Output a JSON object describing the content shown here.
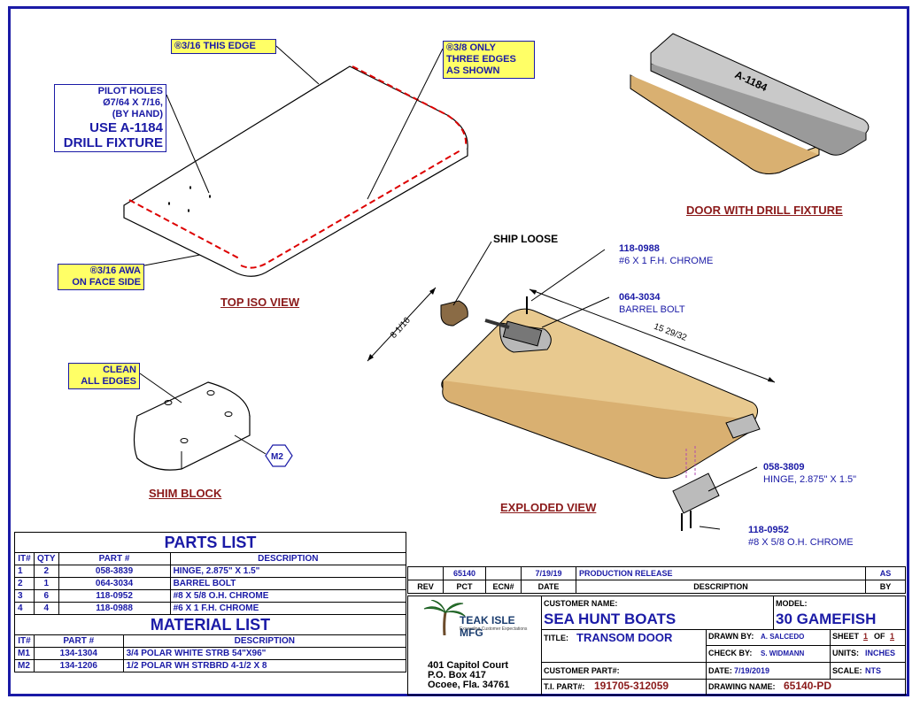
{
  "callouts": {
    "edge_3_16": "®3/16 THIS EDGE",
    "edge_3_8": [
      "®3/8 ONLY",
      "THREE EDGES",
      "AS SHOWN"
    ],
    "pilot": [
      "PILOT HOLES",
      "Ø7/64 X 7/16,",
      "(BY HAND)",
      "USE A-1184",
      "DRILL FIXTURE"
    ],
    "awa": [
      "®3/16 AWA",
      "ON FACE SIDE"
    ],
    "clean": [
      "CLEAN",
      "ALL EDGES"
    ],
    "m2_tag": "M2",
    "ship_loose": "SHIP LOOSE",
    "part_118_0988": [
      "118-0988",
      "#6 X 1 F.H. CHROME"
    ],
    "part_064_3034": [
      "064-3034",
      "BARREL BOLT"
    ],
    "part_058_3809": [
      "058-3809",
      "HINGE, 2.875\" X 1.5\""
    ],
    "part_118_0952": [
      "118-0952",
      "#8 X 5/8 O.H. CHROME"
    ],
    "dim_width": "8 1/16",
    "dim_length": "15 29/32",
    "fixture_label": "A-1184"
  },
  "views": {
    "top_iso": "TOP ISO VIEW",
    "door_fixture": "DOOR WITH DRILL FIXTURE",
    "shim": "SHIM BLOCK",
    "exploded": "EXPLODED VIEW"
  },
  "parts_list": {
    "title": "PARTS LIST",
    "headers": [
      "IT#",
      "QTY",
      "PART #",
      "DESCRIPTION"
    ],
    "rows": [
      {
        "it": "1",
        "qty": "2",
        "part": "058-3839",
        "desc": "HINGE, 2.875\" X 1.5\""
      },
      {
        "it": "2",
        "qty": "1",
        "part": "064-3034",
        "desc": "BARREL BOLT"
      },
      {
        "it": "3",
        "qty": "6",
        "part": "118-0952",
        "desc": "#8 X 5/8 O.H. CHROME"
      },
      {
        "it": "4",
        "qty": "4",
        "part": "118-0988",
        "desc": "#6 X 1 F.H. CHROME"
      }
    ]
  },
  "material_list": {
    "title": "MATERIAL LIST",
    "headers": [
      "IT#",
      "PART #",
      "DESCRIPTION"
    ],
    "rows": [
      {
        "it": "M1",
        "part": "134-1304",
        "desc": "3/4 POLAR WHITE STRB 54\"X96\""
      },
      {
        "it": "M2",
        "part": "134-1206",
        "desc": "1/2 POLAR WH STRBRD 4-1/2 X 8"
      }
    ]
  },
  "revision": {
    "headers": [
      "REV",
      "PCT",
      "ECN#",
      "DATE",
      "DESCRIPTION",
      "BY"
    ],
    "row": {
      "rev": "",
      "pct": "65140",
      "ecn": "",
      "date": "7/19/19",
      "desc": "PRODUCTION RELEASE",
      "by": "AS"
    }
  },
  "title_block": {
    "company": "TEAK ISLE MFG",
    "tagline": "Exceeding Customer Expectations",
    "address": [
      "401 Capitol Court",
      "P.O. Box 417",
      "Ocoee, Fla. 34761"
    ],
    "customer_name_label": "CUSTOMER NAME:",
    "customer_name": "SEA HUNT BOATS",
    "model_label": "MODEL:",
    "model": "30 GAMEFISH",
    "title_label": "TITLE:",
    "title": "TRANSOM DOOR",
    "drawn_by_label": "DRAWN BY:",
    "drawn_by": "A. SALCEDO",
    "sheet_label": "SHEET",
    "sheet": "1",
    "of_label": "OF",
    "of": "1",
    "check_by_label": "CHECK BY:",
    "check_by": "S. WIDMANN",
    "units_label": "UNITS:",
    "units": "INCHES",
    "customer_part_label": "CUSTOMER PART#:",
    "date_label": "DATE:",
    "date": "7/19/2019",
    "scale_label": "SCALE:",
    "scale": "NTS",
    "ti_part_label": "T.I. PART#:",
    "ti_part": "191705-312059",
    "drawing_name_label": "DRAWING NAME:",
    "drawing_name": "65140-PD"
  }
}
